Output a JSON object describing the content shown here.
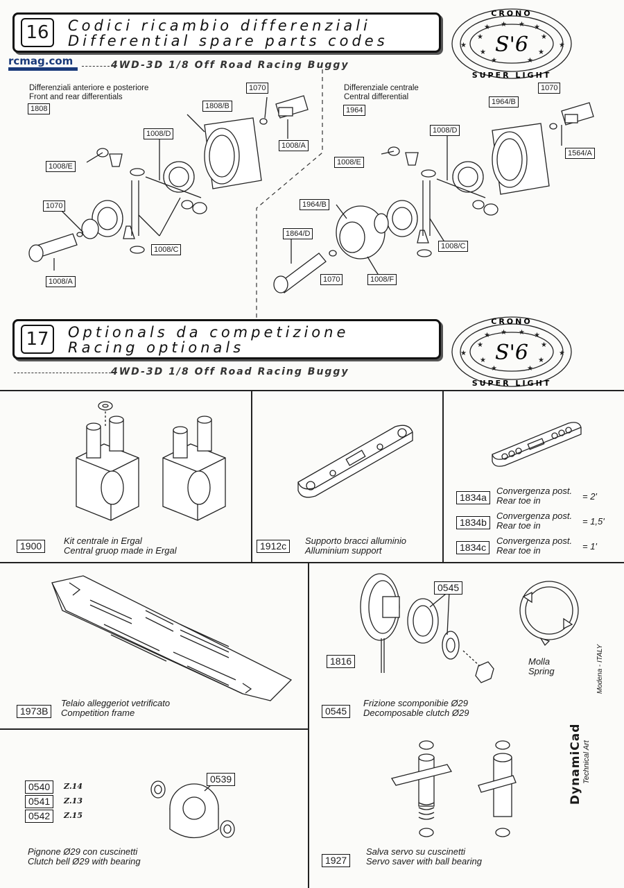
{
  "section16": {
    "number": "16",
    "title_it": "Codici ricambio differenziali",
    "title_en": "Differential spare parts codes",
    "subtitle": "4WD-3D 1/8 Off Road Racing Buggy",
    "front_rear": {
      "label_it": "Differenziali anteriore e posteriore",
      "label_en": "Front and rear differentials",
      "code": "1808",
      "parts": [
        "1070",
        "1808/B",
        "1008/D",
        "1008/E",
        "1008/A",
        "1070",
        "1008/C",
        "1008/A"
      ]
    },
    "central": {
      "label_it": "Differenziale centrale",
      "label_en": "Central differential",
      "code": "1964",
      "parts": [
        "1070",
        "1964/B",
        "1008/D",
        "1564/A",
        "1008/E",
        "1964/B",
        "1864/D",
        "1008/C",
        "1070",
        "1008/F"
      ]
    }
  },
  "section17": {
    "number": "17",
    "title_it": "Optionals da competizione",
    "title_en": "Racing optionals",
    "subtitle": "4WD-3D 1/8 Off Road Racing Buggy"
  },
  "logo": {
    "top": "CRONO",
    "center": "S'6",
    "bottom": "SUPER LIGHT"
  },
  "watermark": "rcmag.com",
  "items": {
    "i1900": {
      "code": "1900",
      "it": "Kit centrale in Ergal",
      "en": "Central gruop made in Ergal"
    },
    "i1912": {
      "code": "1912c",
      "it": "Supporto bracci alluminio",
      "en": "Alluminium support"
    },
    "i1834": {
      "rows": [
        {
          "code": "1834a",
          "it": "Convergenza post.",
          "en": "Rear toe in",
          "value": "= 2'"
        },
        {
          "code": "1834b",
          "it": "Convergenza post.",
          "en": "Rear toe in",
          "value": "= 1,5'"
        },
        {
          "code": "1834c",
          "it": "Convergenza post.",
          "en": "Rear toe in",
          "value": "= 1'"
        }
      ]
    },
    "i1973": {
      "code": "1973B",
      "it": "Telaio alleggeriot vetrificato",
      "en": "Competition frame"
    },
    "i0545": {
      "code": "0545",
      "top_code": "0545",
      "pin_code": "1816",
      "it": "Frizione scomponibie Ø29",
      "en": "Decomposable  clutch Ø29",
      "spring_it": "Molla",
      "spring_en": "Spring"
    },
    "i0540": {
      "rows": [
        {
          "code": "0540",
          "z": "Z.14"
        },
        {
          "code": "0541",
          "z": "Z.13"
        },
        {
          "code": "0542",
          "z": "Z.15"
        }
      ],
      "bell_code": "0539",
      "it": "Pignone Ø29 con cuscinetti",
      "en": "Clutch bell Ø29 with bearing"
    },
    "i1927": {
      "code": "1927",
      "it": "Salva servo su cuscinetti",
      "en": "Servo saver with ball bearing"
    }
  },
  "side_credit": {
    "brand": "DynamiCad",
    "line1": "Technical Art",
    "line2": "Modena - ITALY"
  }
}
